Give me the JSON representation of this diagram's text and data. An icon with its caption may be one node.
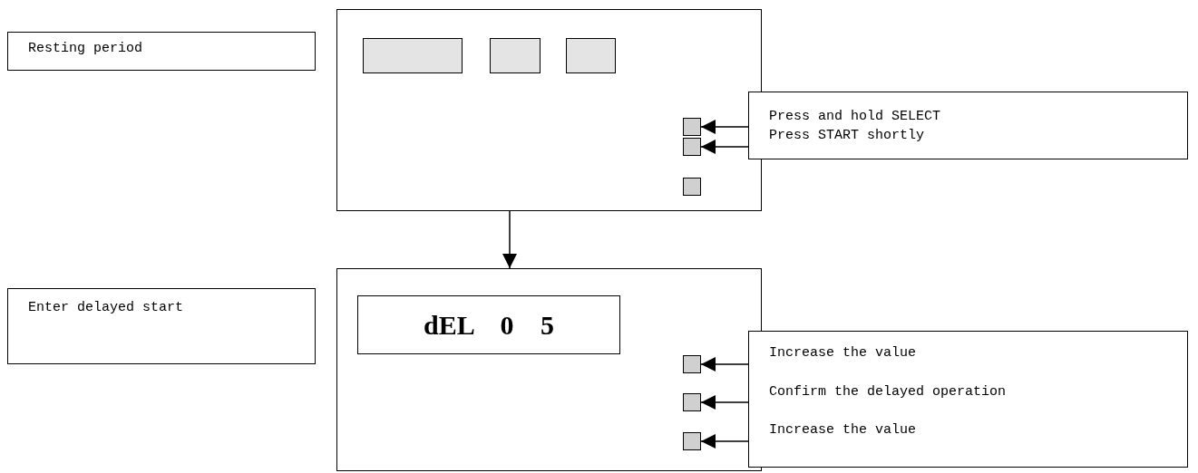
{
  "diagram": {
    "nodes": [
      {
        "text": [
          "Resting period"
        ]
      },
      {
        "text": [],
        "shape": "box"
      },
      {
        "text": [],
        "shape": "box",
        "in": 1
      },
      {
        "text": [],
        "shape": "box",
        "in": 1
      },
      {
        "text": [],
        "shape": "box",
        "in": 1
      },
      {
        "text": [],
        "shape": "box",
        "in": 1
      },
      {
        "text": [],
        "shape": "box",
        "in": 1
      },
      {
        "text": [],
        "shape": "box",
        "in": 1
      },
      {
        "text": [
          "Press and hold SELECT",
          "Press START shortly"
        ]
      },
      {
        "text": [
          "Enter delayed start"
        ]
      },
      {
        "text": [],
        "shape": "box"
      },
      {
        "text": [
          "dEL 0 5"
        ],
        "in": 10
      },
      {
        "text": [],
        "shape": "box",
        "in": 10
      },
      {
        "text": [],
        "shape": "box",
        "in": 10
      },
      {
        "text": [],
        "shape": "box",
        "in": 10
      },
      {
        "text": [
          "Increase the value",
          "Confirm the delayed operation",
          "Increase the value"
        ]
      }
    ],
    "edges": [
      {
        "from": 8,
        "to": 5,
        "arrow": "to"
      },
      {
        "from": 8,
        "to": 6,
        "arrow": "to"
      },
      {
        "from": 1,
        "to": 10,
        "arrow": "to"
      },
      {
        "from": 15,
        "to": 12,
        "arrow": "to"
      },
      {
        "from": 15,
        "to": 13,
        "arrow": "to"
      },
      {
        "from": 15,
        "to": 14,
        "arrow": "to"
      }
    ]
  }
}
